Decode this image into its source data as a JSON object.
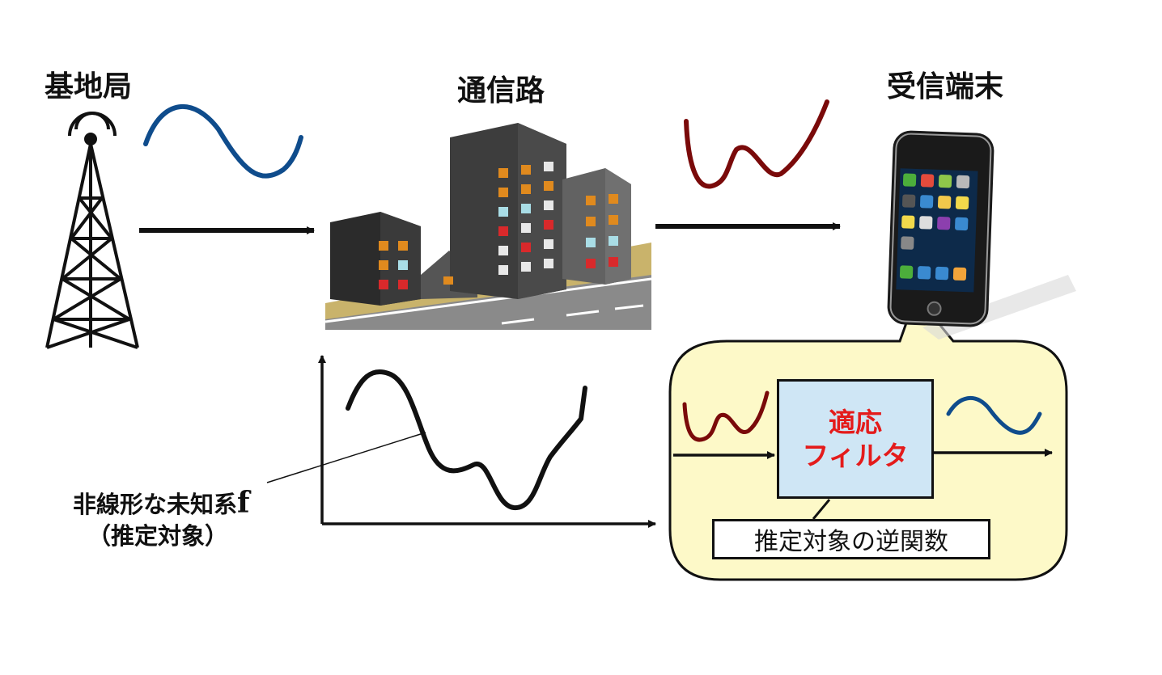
{
  "labels": {
    "base_station": "基地局",
    "channel": "通信路",
    "receiver": "受信端末"
  },
  "filter": {
    "line1": "適応",
    "line2": "フィルタ",
    "inverse_label": "推定対象の逆関数"
  },
  "system": {
    "line1": "非線形な未知系",
    "symbol": "f",
    "line2": "（推定対象）"
  },
  "colors": {
    "clean_wave": "#0f4c8c",
    "distorted_wave": "#7a0a0a",
    "callout_fill": "#fdf9c8",
    "filter_fill": "#cfe6f5",
    "filter_text": "#e41b1b"
  },
  "icons": [
    "antenna-tower-icon",
    "buildings-icon",
    "smartphone-icon"
  ]
}
